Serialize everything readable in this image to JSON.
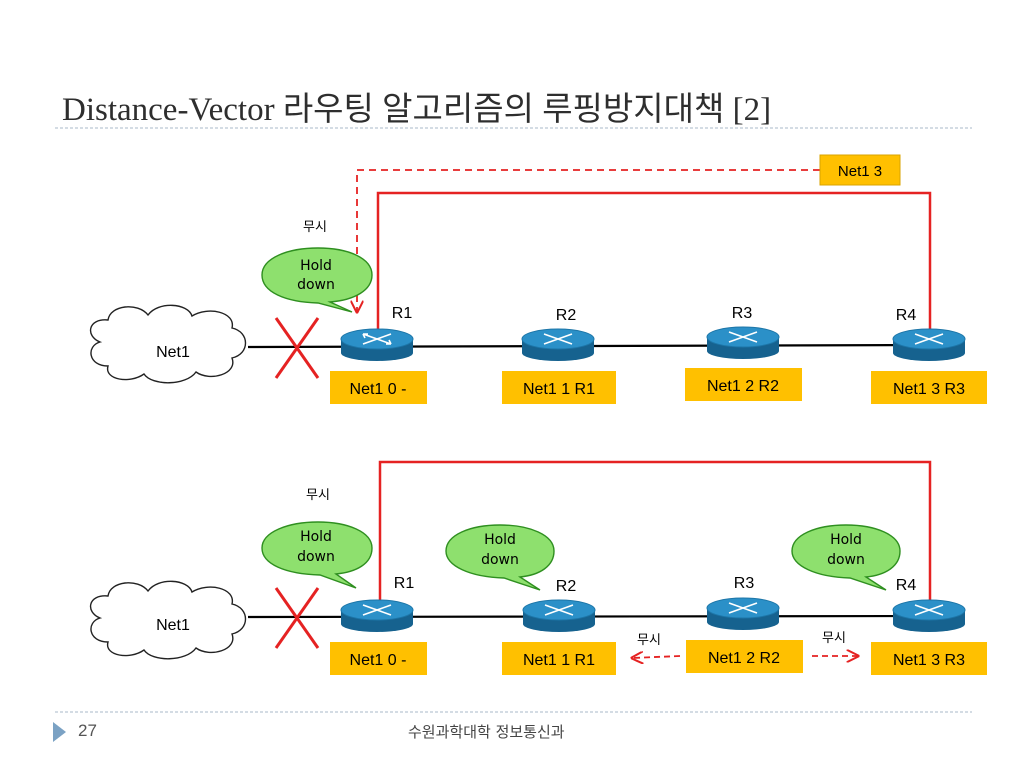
{
  "slide": {
    "title": "Distance-Vector 라우팅 알고리즘의 루핑방지대책 [2]",
    "page_number": "27",
    "footer": "수원과학대학 정보통신과"
  },
  "colors": {
    "route_line": "#e52222",
    "table_box": "#ffc000",
    "callout_fill": "#8ee06e",
    "callout_stroke": "#2f8f20",
    "router_top": "#2b90c8",
    "router_side": "#16628f",
    "rule": "#a9b8c8",
    "bullet": "#7ba2c4"
  },
  "diagrams": [
    {
      "cloud_label": "Net1",
      "routers": [
        "R1",
        "R2",
        "R3",
        "R4"
      ],
      "tables": [
        "Net1 0 -",
        "Net1 1 R1",
        "Net1 2 R2",
        "Net1 3 R3"
      ],
      "update_box": "Net1 3",
      "ignore_label": "무시",
      "callouts": [
        {
          "router": "R1",
          "text": [
            "Hold",
            "down"
          ]
        }
      ]
    },
    {
      "cloud_label": "Net1",
      "routers": [
        "R1",
        "R2",
        "R3",
        "R4"
      ],
      "tables": [
        "Net1 0 -",
        "Net1 1 R1",
        "Net1 2 R2",
        "Net1 3 R3"
      ],
      "ignore_labels": [
        "무시",
        "무시",
        "무시"
      ],
      "callouts": [
        {
          "router": "R1",
          "text": [
            "Hold",
            "down"
          ]
        },
        {
          "router": "R2",
          "text": [
            "Hold",
            "down"
          ]
        },
        {
          "router": "R4",
          "text": [
            "Hold",
            "down"
          ]
        }
      ]
    }
  ]
}
